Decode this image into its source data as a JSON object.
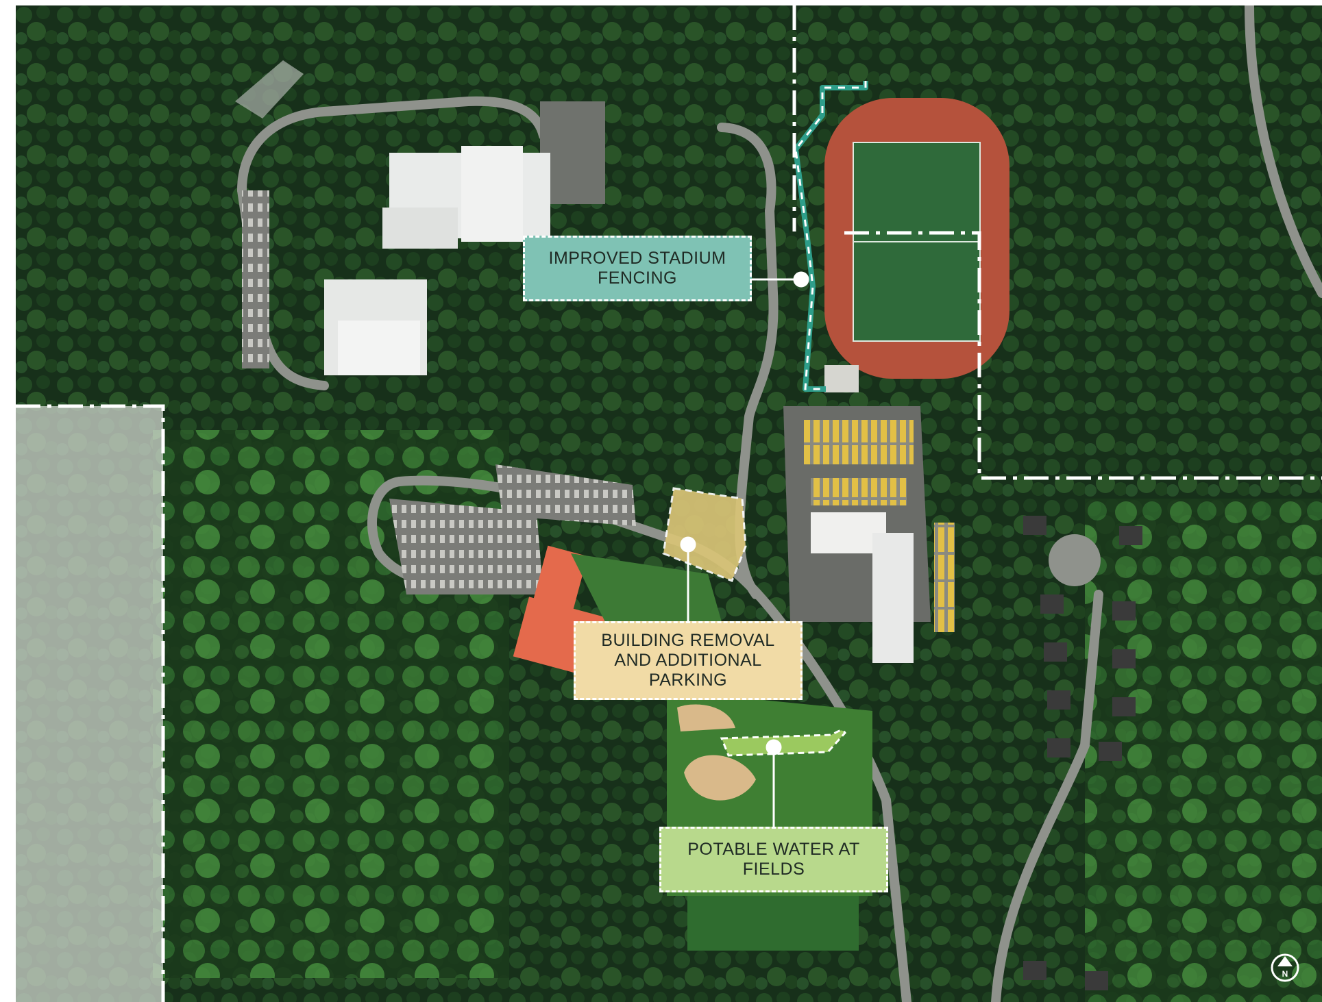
{
  "map": {
    "callouts": [
      {
        "id": "fencing",
        "text": "IMPROVED STADIUM\nFENCING",
        "color": "#7fc2b4"
      },
      {
        "id": "parking",
        "text": "BUILDING REMOVAL\nAND ADDITIONAL\nPARKING",
        "color": "#f1dba6"
      },
      {
        "id": "water",
        "text": "POTABLE WATER AT\nFIELDS",
        "color": "#b8d98c"
      }
    ],
    "north_arrow": {
      "label": "N",
      "icon": "north-arrow-icon"
    },
    "colors": {
      "forest": "#1c3a1c",
      "track": "#b5523c",
      "field": "#2f6a3a",
      "fencing_line": "#2e9e8a",
      "parking_zone": "#d9c477",
      "water_zone": "#9bc95f",
      "boundary": "#ffffff"
    }
  }
}
